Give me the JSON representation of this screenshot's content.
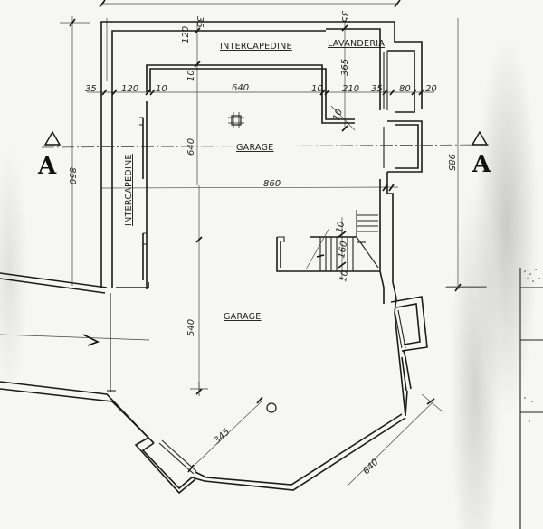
{
  "drawing": {
    "type": "architectural floor plan (hand-drawn)",
    "rooms": [
      {
        "id": "intercapedine-top",
        "label": "INTERCAPEDINE"
      },
      {
        "id": "lavanderia",
        "label": "LAVANDERIA"
      },
      {
        "id": "garage-upper",
        "label": "GARAGE"
      },
      {
        "id": "intercapedine-left",
        "label": "INTERCAPEDINE"
      },
      {
        "id": "garage-lower",
        "label": "GARAGE"
      }
    ],
    "section_markers": [
      {
        "side": "left",
        "letter": "A"
      },
      {
        "side": "right",
        "letter": "A"
      }
    ],
    "dimensions": {
      "top_wall_left": "35",
      "top_wall_right": "35",
      "left_wall": "35",
      "left_intercapedine_width": "120",
      "inner_wall_left": "10",
      "garage_width_upper": "640",
      "inner_wall_right": "10",
      "lavanderia_width": "210",
      "right_wall_a": "35",
      "right_niche": "80",
      "right_wall_b": "20",
      "intercapedine_depth": "120",
      "intercapedine_wall": "10",
      "lavanderia_depth": "365",
      "lavanderia_wall": "10",
      "garage_depth_upper": "640",
      "garage_width_full": "860",
      "left_overall_depth": "850",
      "right_overall_depth": "985",
      "stair_dim_a": "10",
      "stair_dim_b": "160",
      "stair_dim_c": "10",
      "garage_depth_lower": "540",
      "diagonal_to_column": "345",
      "diagonal_wall": "640"
    },
    "symbols": [
      {
        "name": "column",
        "location": "upper garage"
      },
      {
        "name": "circle-marker",
        "location": "lower garage"
      },
      {
        "name": "entry-arrow",
        "location": "left driveway"
      },
      {
        "name": "staircase",
        "location": "right of upper garage"
      }
    ]
  }
}
